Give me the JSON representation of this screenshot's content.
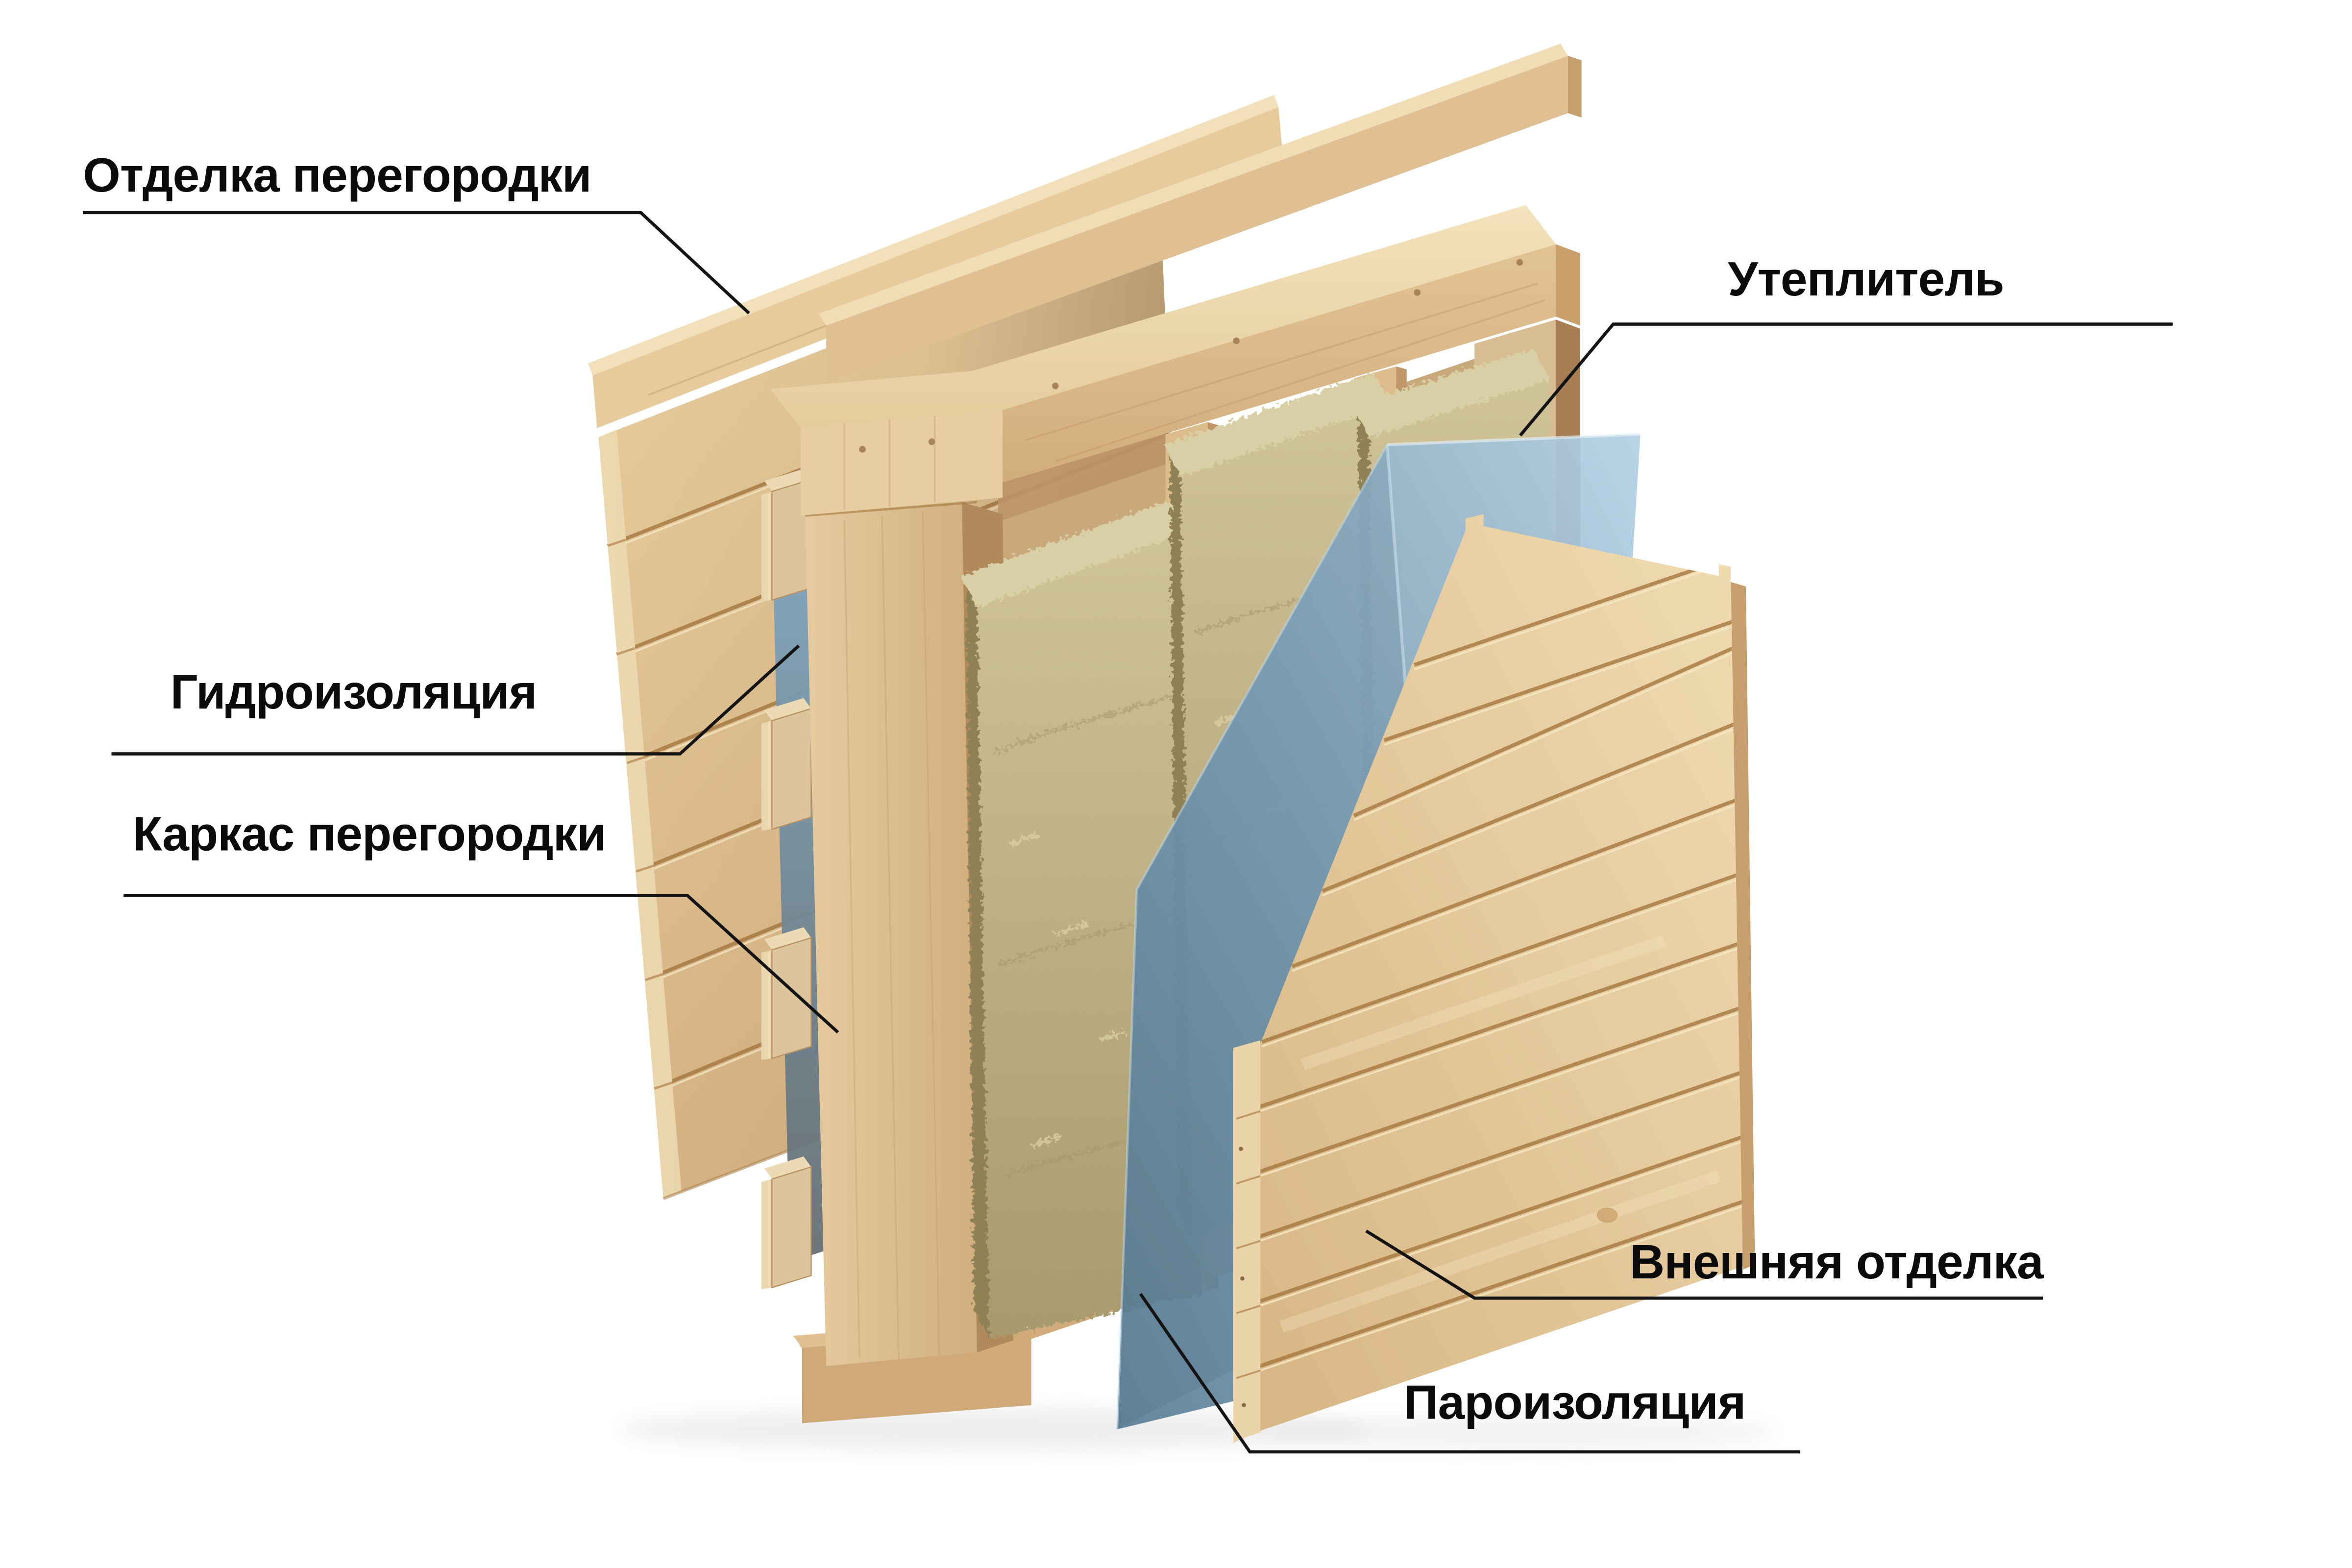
{
  "diagram": {
    "type": "exploded-view-wall-partition-construction",
    "background": "#ffffff",
    "labels": [
      {
        "id": "partition-finishing",
        "text": "Отделка перегородки"
      },
      {
        "id": "insulation",
        "text": "Утеплитель"
      },
      {
        "id": "waterproofing",
        "text": "Гидроизоляция"
      },
      {
        "id": "partition-frame",
        "text": "Каркас перегородки"
      },
      {
        "id": "exterior-finishing",
        "text": "Внешняя отделка"
      },
      {
        "id": "vapor-barrier",
        "text": "Пароизоляция"
      }
    ],
    "colors": {
      "background": "#ffffff",
      "leader_line": "#141414",
      "label_text": "#0b0b0b",
      "wood_light": "#ecd6ab",
      "wood_mid": "#ddbc8c",
      "wood_dark": "#b28b5e",
      "wood_groove": "#a5773f",
      "insulation_light": "#d9cfa6",
      "insulation_mid": "#c2b48a",
      "insulation_dark": "#8e8157",
      "film_light": "#aac9df",
      "film_mid": "#7fa3bd",
      "film_dark": "#5c7f96"
    }
  }
}
